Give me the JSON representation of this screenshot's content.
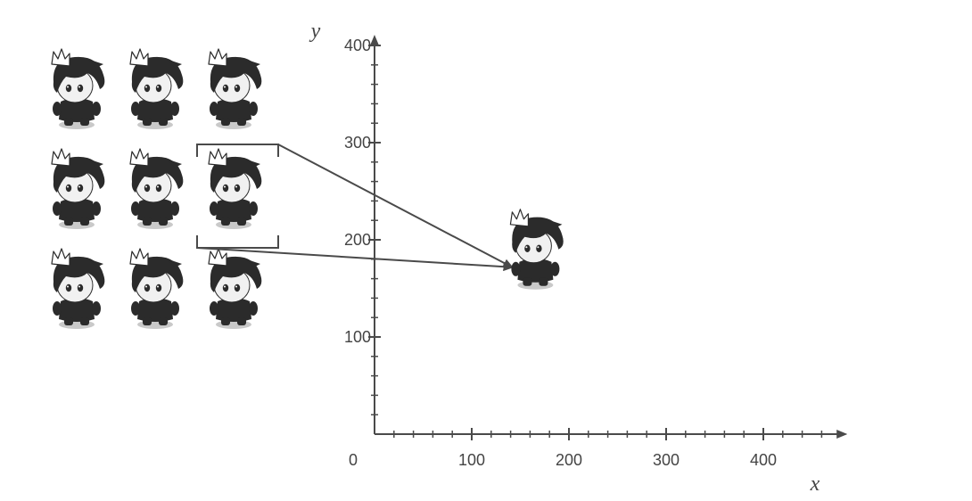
{
  "sprite_sheet": {
    "rows": 3,
    "cols": 3,
    "selected_row": 1,
    "selected_col": 2
  },
  "axes": {
    "x_letter": "x",
    "y_letter": "y",
    "origin_label": "0",
    "x_ticks": [
      "100",
      "200",
      "300",
      "400"
    ],
    "y_ticks": [
      "100",
      "200",
      "300",
      "400"
    ]
  },
  "chart_data": {
    "type": "scatter",
    "xlabel": "x",
    "ylabel": "y",
    "xlim": [
      0,
      480
    ],
    "ylim": [
      0,
      400
    ],
    "x_ticks": [
      100,
      200,
      300,
      400
    ],
    "y_ticks": [
      100,
      200,
      300,
      400
    ],
    "x": [
      160
    ],
    "y": [
      180
    ]
  },
  "colors": {
    "axis": "#4a4a4a",
    "sprite_dark": "#2b2b2b",
    "sprite_skin": "#f1f1f1",
    "crown": "#ffffff",
    "shadow": "#c9c9c9"
  }
}
